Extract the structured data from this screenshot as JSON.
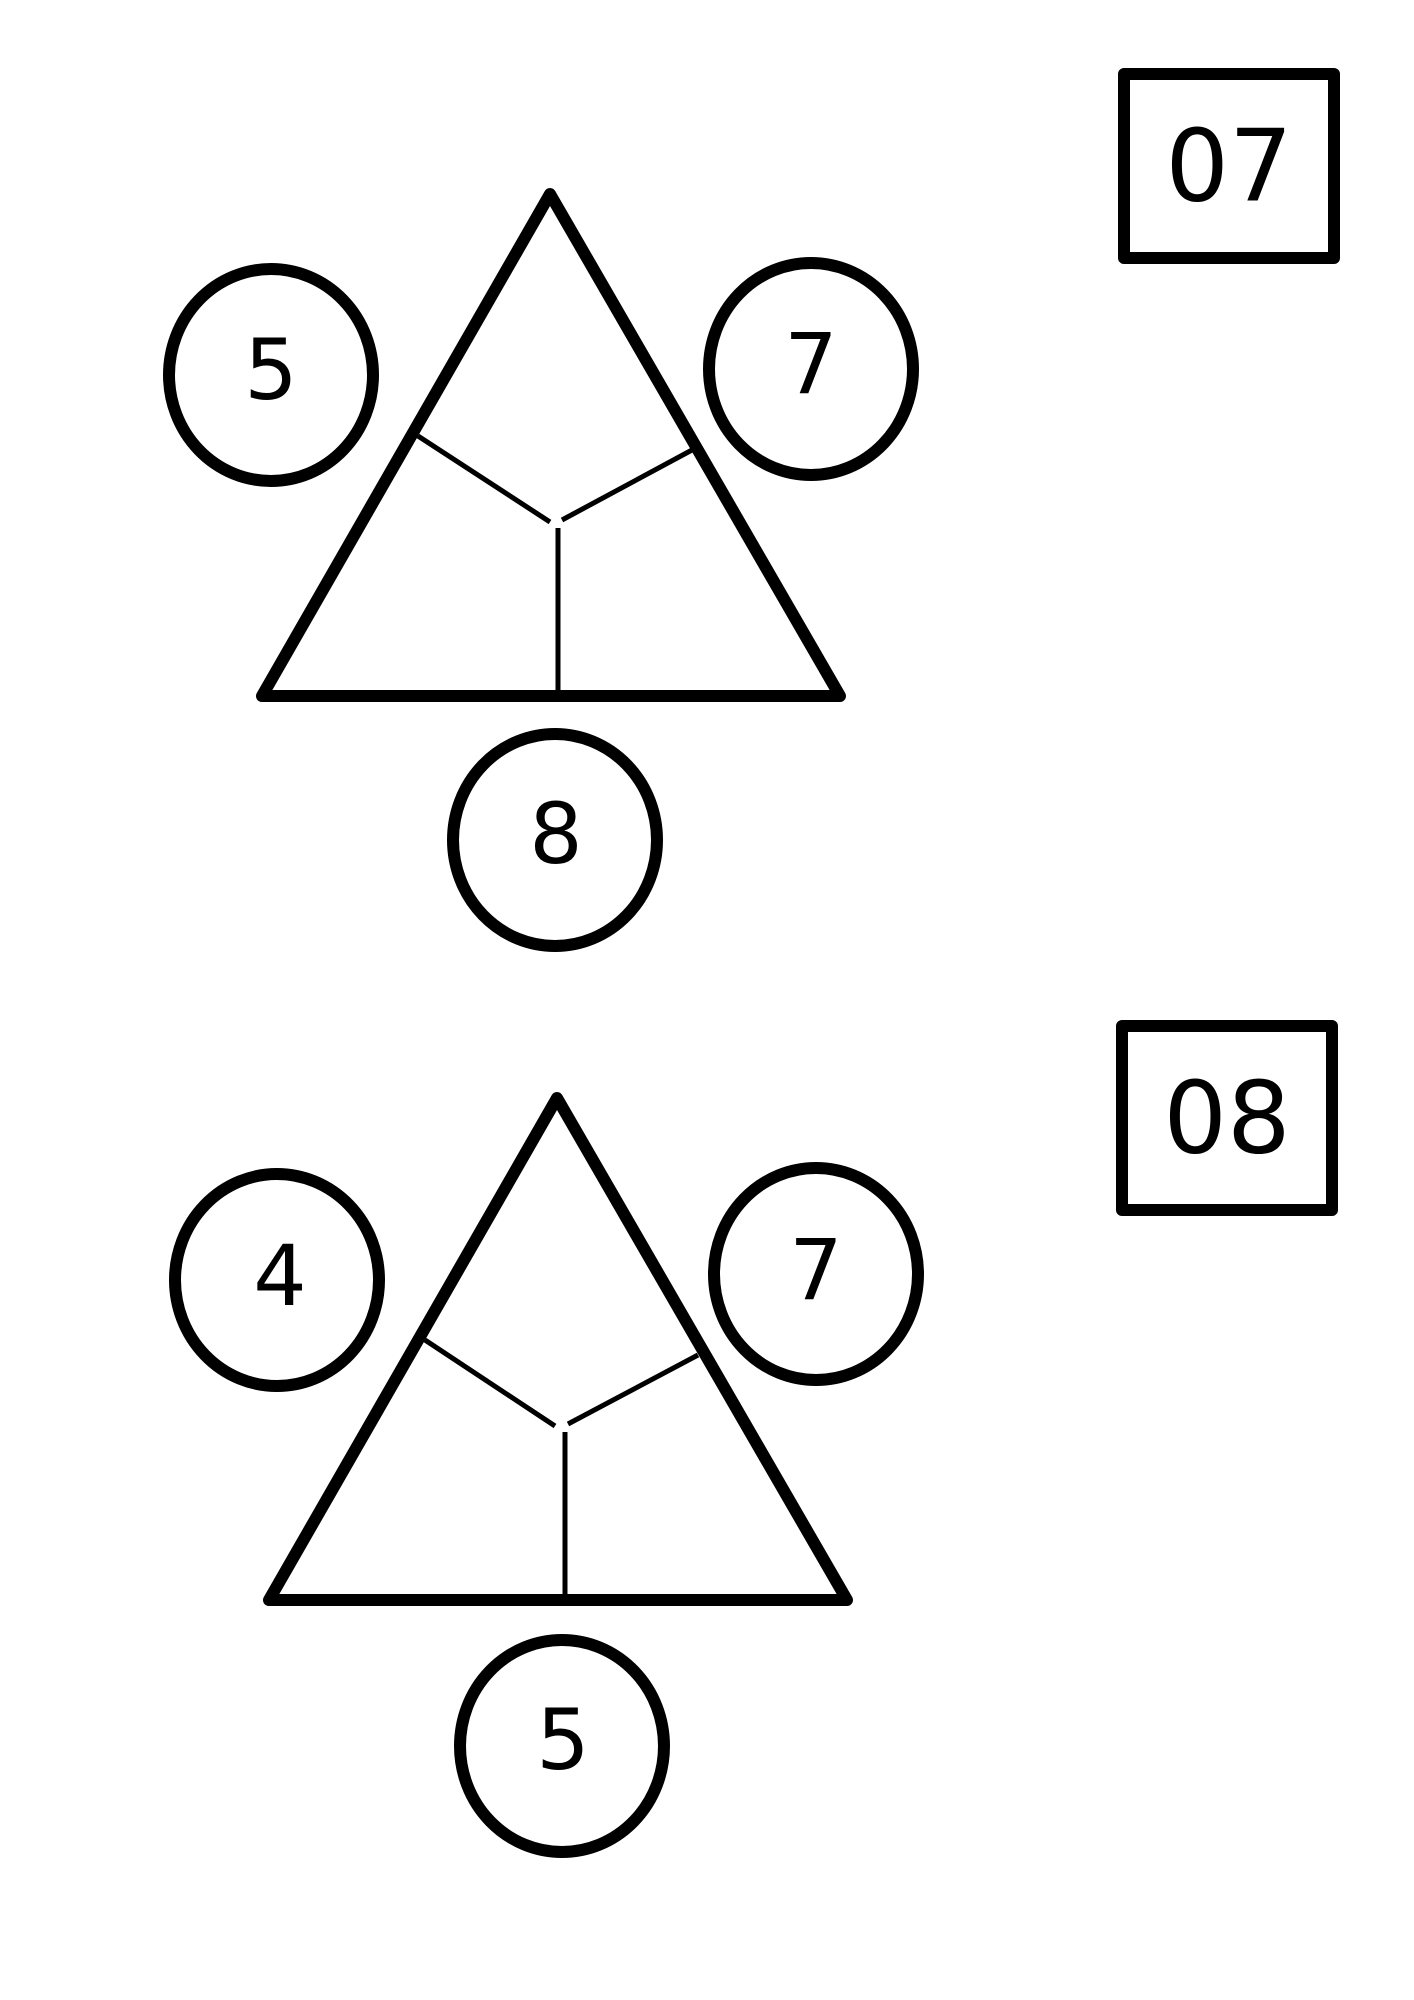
{
  "colors": {
    "stroke": "#000000",
    "background": "#ffffff"
  },
  "puzzles": [
    {
      "label": "07",
      "circles": {
        "left": "5",
        "right": "7",
        "bottom": "8"
      }
    },
    {
      "label": "08",
      "circles": {
        "left": "4",
        "right": "7",
        "bottom": "5"
      }
    }
  ]
}
